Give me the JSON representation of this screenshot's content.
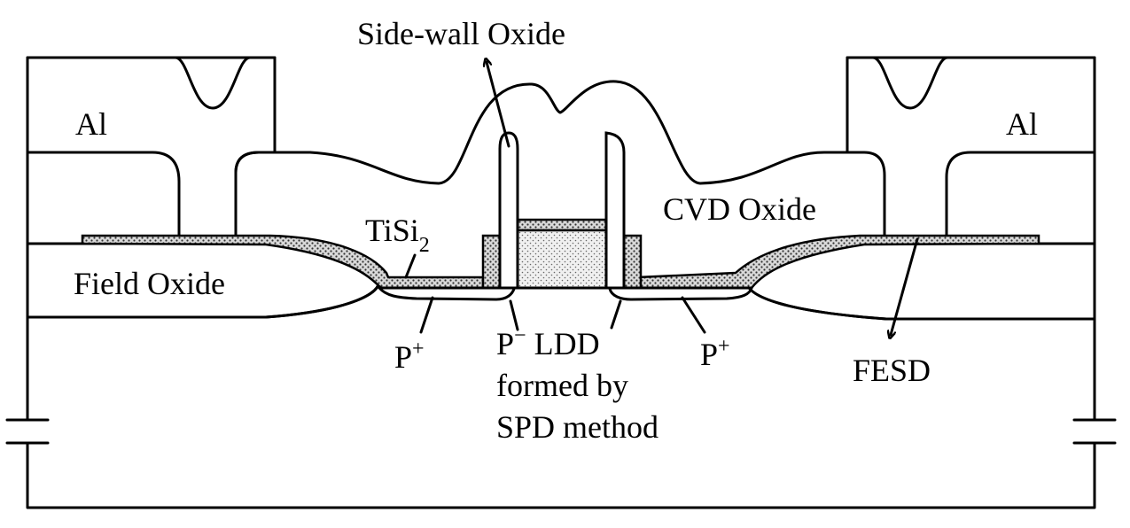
{
  "labels": {
    "sidewall_oxide": "Side-wall Oxide",
    "al_left": "Al",
    "al_right": "Al",
    "cvd_oxide": "CVD Oxide",
    "tisi2_base": "TiSi",
    "tisi2_sub": "2",
    "field_oxide": "Field Oxide",
    "pplus_left_base": "P",
    "pplus_left_sup": "+",
    "pplus_right_base": "P",
    "pplus_right_sup": "+",
    "pminus_base": "P",
    "pminus_sup": "−",
    "ldd_line1_rest": " LDD",
    "ldd_line2": "formed by",
    "ldd_line3": "SPD method",
    "fesd": "FESD"
  }
}
